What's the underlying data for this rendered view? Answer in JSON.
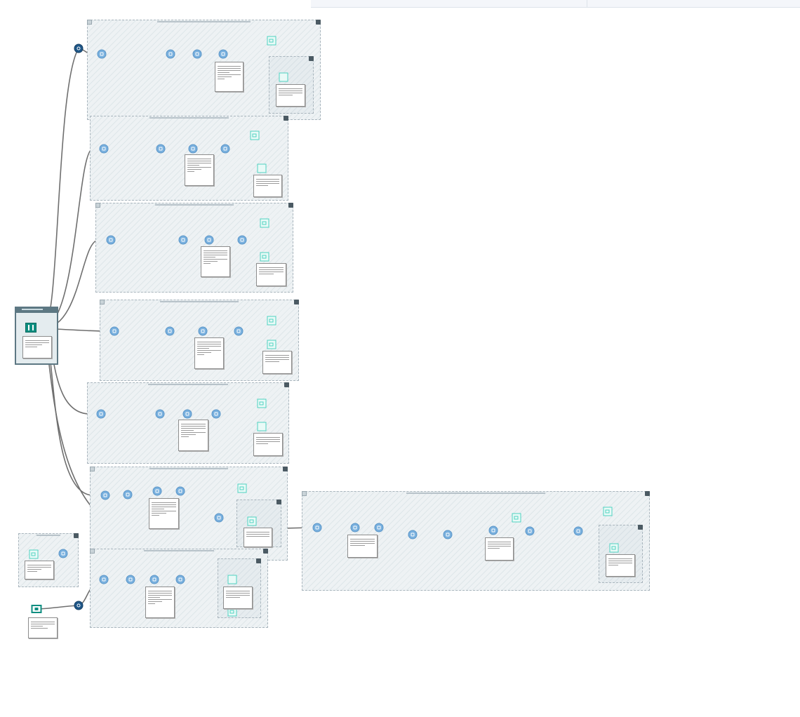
{
  "app": {
    "view": "workflow-canvas"
  },
  "colors": {
    "tool_blue": "#79b0de",
    "tool_dark": "#1f5788",
    "output_teal": "#4fd2c1",
    "input_teal": "#0e8e80",
    "container_border": "#a9b5bd",
    "container_fill": "#eef2f4"
  },
  "icons": {
    "tool": "workflow-tool-icon",
    "macro": "macro-tool-icon",
    "output": "output-tool-icon",
    "input": "input-tool-icon",
    "collapse": "collapse-icon"
  },
  "containers": [
    {
      "name": "container-1",
      "tools": 4,
      "outputs": 2,
      "nested": true
    },
    {
      "name": "container-2",
      "tools": 4,
      "outputs": 2,
      "nested": false
    },
    {
      "name": "container-3",
      "tools": 4,
      "outputs": 2,
      "nested": false
    },
    {
      "name": "container-4",
      "tools": 4,
      "outputs": 2,
      "nested": false
    },
    {
      "name": "container-5",
      "tools": 4,
      "outputs": 2,
      "nested": false
    },
    {
      "name": "container-6",
      "tools": 4,
      "outputs": 2,
      "nested": true
    },
    {
      "name": "container-7",
      "tools": 4,
      "outputs": 2,
      "nested": true
    },
    {
      "name": "container-8",
      "tools": 8,
      "outputs": 3,
      "nested": true
    },
    {
      "name": "container-9",
      "tools": 1,
      "outputs": 1,
      "nested": false
    }
  ]
}
